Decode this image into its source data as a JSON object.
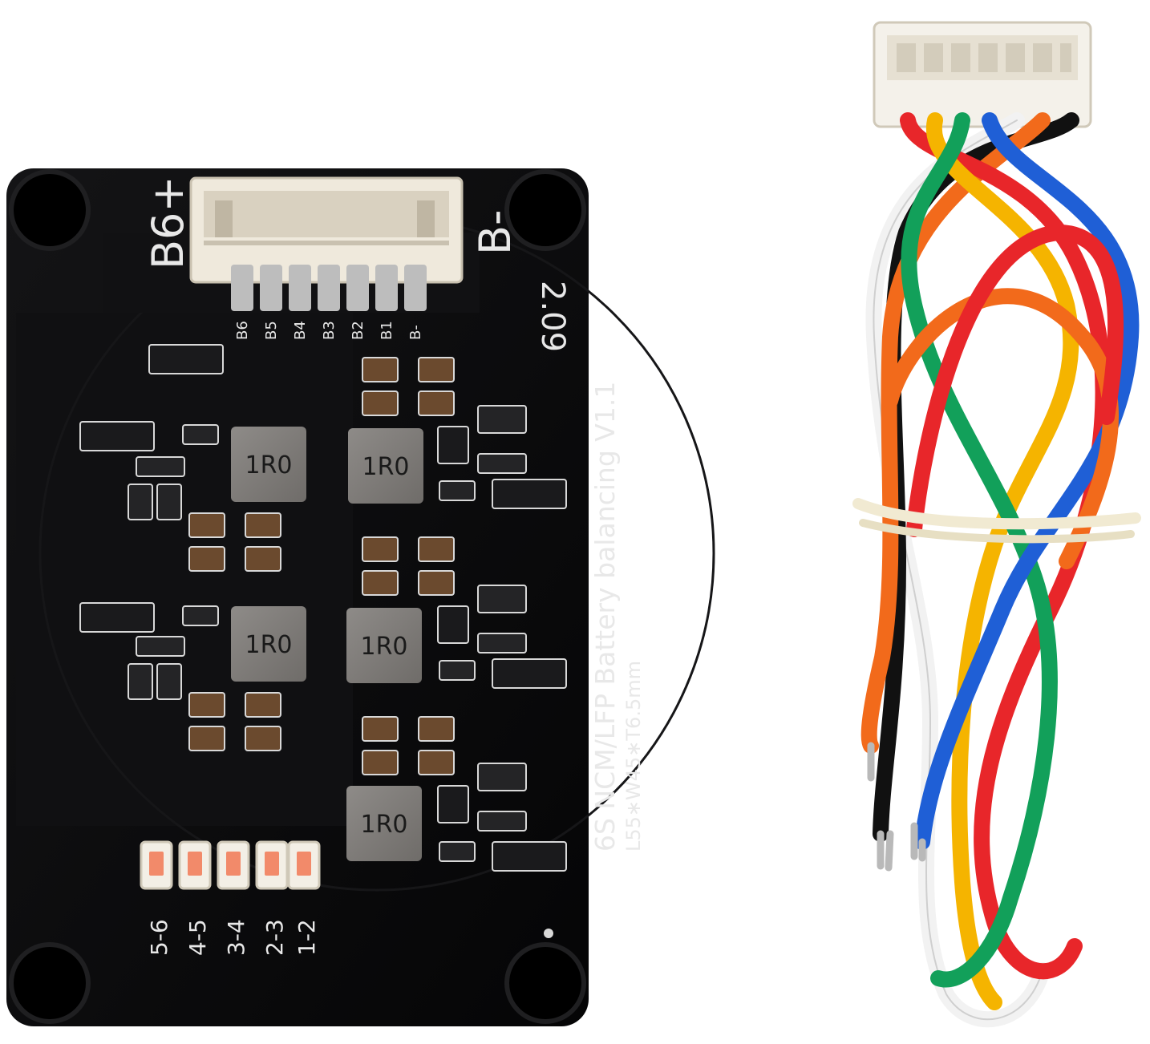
{
  "board": {
    "pcb_color": "#0b0b0c",
    "silk_color": "#e8e8e8",
    "connector_top_left": "B6+",
    "connector_top_right": "B-",
    "pin_labels": [
      "B6",
      "B5",
      "B4",
      "B3",
      "B2",
      "B1",
      "B-"
    ],
    "date_code": "2.09",
    "title_line": "6S NCM/LFP Battery balancing V1.1",
    "dims_line": "L55∗W45∗T6.5mm",
    "inductor_label": "1R0",
    "led_labels": [
      "5-6",
      "4-5",
      "3-4",
      "2-3",
      "1-2"
    ]
  },
  "cable": {
    "wire_colors": [
      "#e8262a",
      "#f5b400",
      "#12a05a",
      "#1f5fd6",
      "#f2f2f2",
      "#f26a1b",
      "#111111"
    ],
    "housing_color": "#f4f1ea"
  }
}
